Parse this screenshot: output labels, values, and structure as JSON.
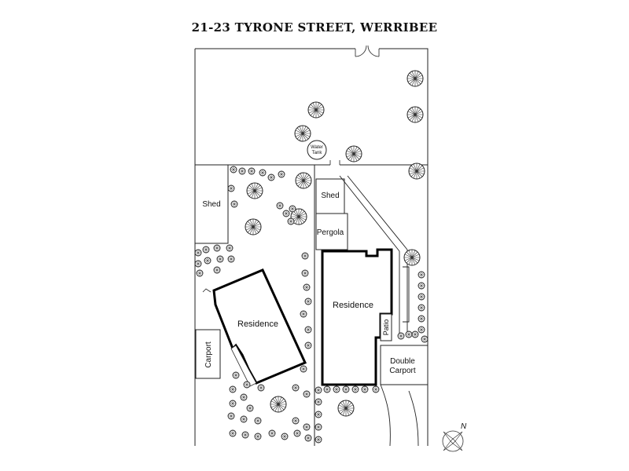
{
  "title": "21-23 TYRONE STREET, WERRIBEE",
  "labels": {
    "water_tank_line1": "Water",
    "water_tank_line2": "Tank",
    "shed_left": "Shed",
    "shed_right": "Shed",
    "pergola": "Pergola",
    "residence_left": "Residence",
    "residence_right": "Residence",
    "carport": "Carport",
    "patio": "Patio",
    "double_carport_line1": "Double",
    "double_carport_line2": "Carport",
    "north": "N"
  },
  "colors": {
    "line": "#222222",
    "building_outline": "#000000"
  }
}
